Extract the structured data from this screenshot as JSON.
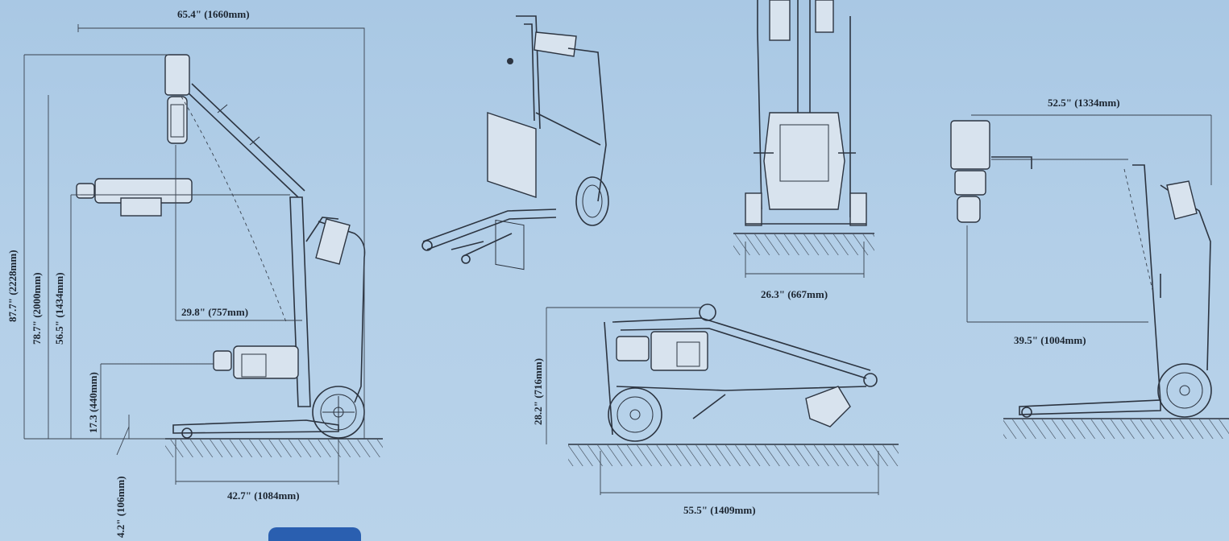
{
  "dimensions": {
    "overall_length": "65.4\" (1660mm)",
    "max_height": "87.7\" (2228mm)",
    "height_2000": "78.7\" (2000mm)",
    "height_1434": "56.5\" (1434mm)",
    "height_440": "17.3 (440mm)",
    "ground_clearance": "4.2\" (106mm)",
    "arm_reach": "29.8\" (757mm)",
    "wheelbase": "42.7\" (1084mm)",
    "width": "26.3\" (667mm)",
    "folded_height": "28.2\" (716mm)",
    "folded_length": "55.5\" (1409mm)",
    "arm_extension": "52.5\" (1334mm)",
    "base_length": "39.5\" (1004mm)"
  },
  "colors": {
    "background": "#b3cfe8",
    "line": "#2c3440",
    "logo": "#2a5fb0"
  }
}
